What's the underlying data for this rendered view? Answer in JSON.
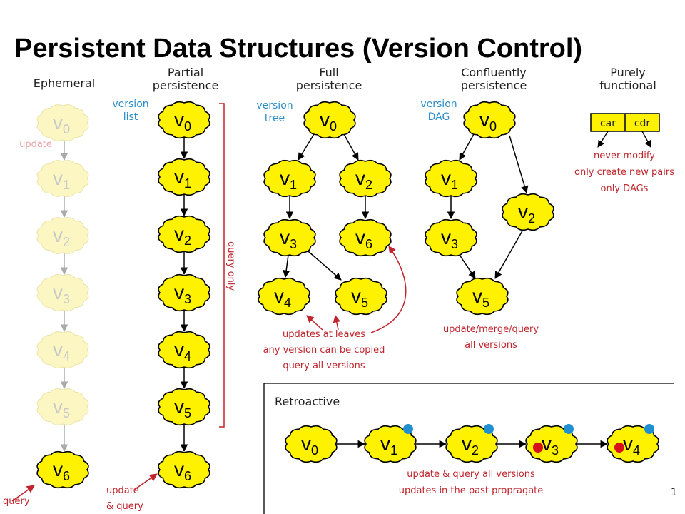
{
  "title": "Persistent Data Structures (Version Control)",
  "page_number": "1",
  "columns": {
    "ephemeral": {
      "header": "Ephemeral",
      "note_update": "update",
      "note_query": "query"
    },
    "partial": {
      "header_line1": "Partial",
      "header_line2": "persistence",
      "tag_line1": "version",
      "tag_line2": "list",
      "bracket_label": "query only",
      "note_line1": "update",
      "note_line2": "& query"
    },
    "full": {
      "header_line1": "Full",
      "header_line2": "persistence",
      "tag_line1": "version",
      "tag_line2": "tree",
      "notes": [
        "updates at leaves",
        "any version can be copied",
        "query all versions"
      ]
    },
    "confluent": {
      "header_line1": "Confluently",
      "header_line2": "persistence",
      "tag_line1": "version",
      "tag_line2": "DAG",
      "notes": [
        "update/merge/query",
        "all versions"
      ]
    },
    "functional": {
      "header_line1": "Purely",
      "header_line2": "functional",
      "pair_car": "car",
      "pair_cdr": "cdr",
      "notes": [
        "never modify",
        "only create new pairs",
        "only DAGs"
      ]
    },
    "retroactive": {
      "header": "Retroactive",
      "notes": [
        "update & query all versions",
        "updates in the past propragate"
      ]
    }
  },
  "version_letter": "v",
  "subscripts": [
    "0",
    "1",
    "2",
    "3",
    "4",
    "5",
    "6"
  ],
  "colors": {
    "cloud_fill": "#fff200",
    "faded_fill": "#fcf7c2",
    "edge": "#000000",
    "faded_edge": "#aaaaaa",
    "red": "#c0242c",
    "blue": "#2a8cc8",
    "blue_dot": "#1f8fd0",
    "red_dot": "#d8101c"
  }
}
